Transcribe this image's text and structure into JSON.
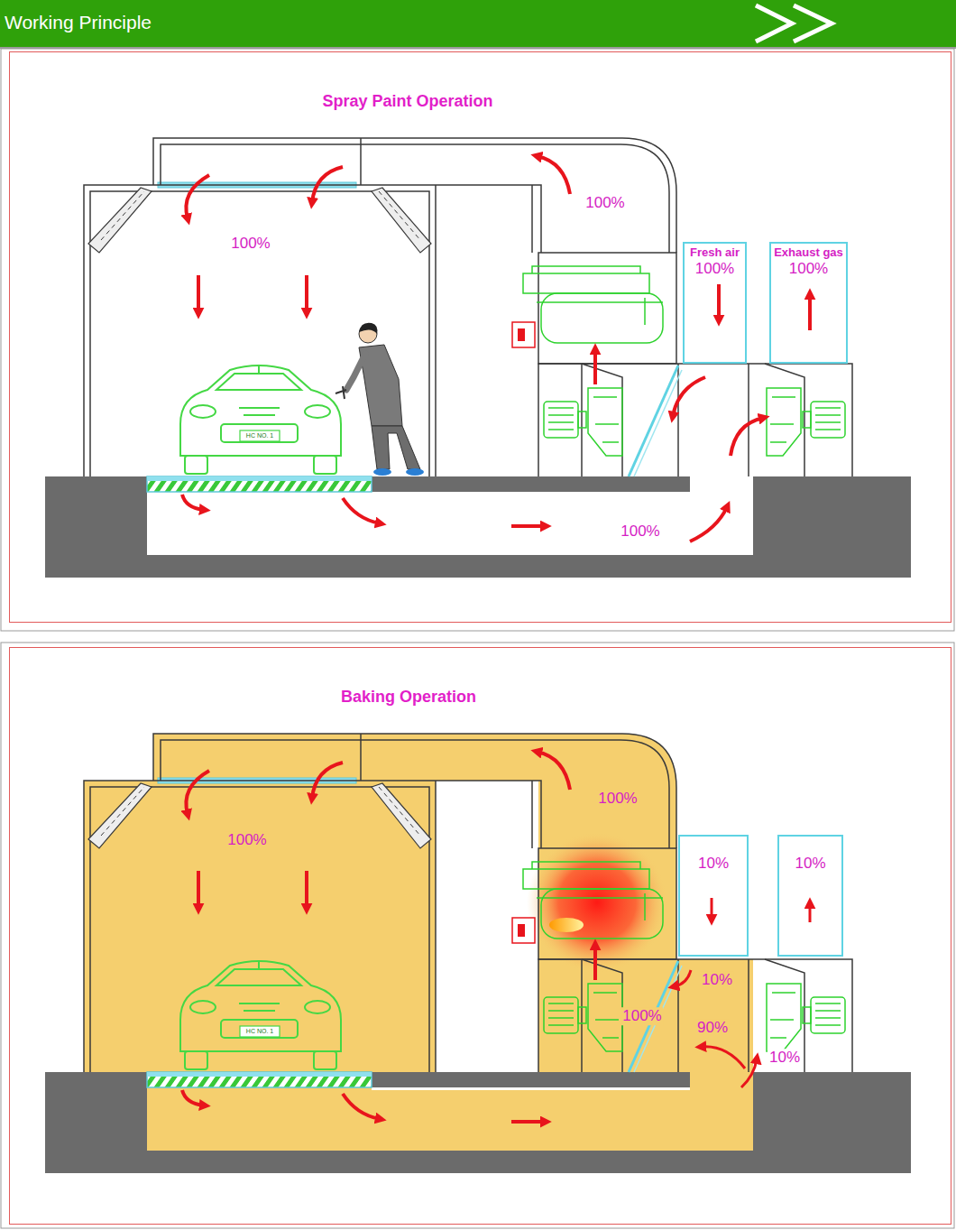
{
  "diagram": {
    "title": "Working Principle",
    "nodes": [
      {
        "text": [
          "Spray Paint Operation"
        ]
      },
      {
        "text": [
          "Fresh air",
          "100%"
        ],
        "in": 0
      },
      {
        "text": [
          "Exhaust gas",
          "100%"
        ],
        "in": 0
      },
      {
        "text": [
          "Baking Operation"
        ]
      },
      {
        "text": [
          "10%"
        ],
        "in": 3
      },
      {
        "text": [
          "10%"
        ],
        "in": 3
      }
    ],
    "labels": [
      "100%",
      "100%",
      "100%",
      "HC NO. 1",
      "100%",
      "100%",
      "10%",
      "100%",
      "90%",
      "10%",
      "HC NO. 1"
    ]
  }
}
